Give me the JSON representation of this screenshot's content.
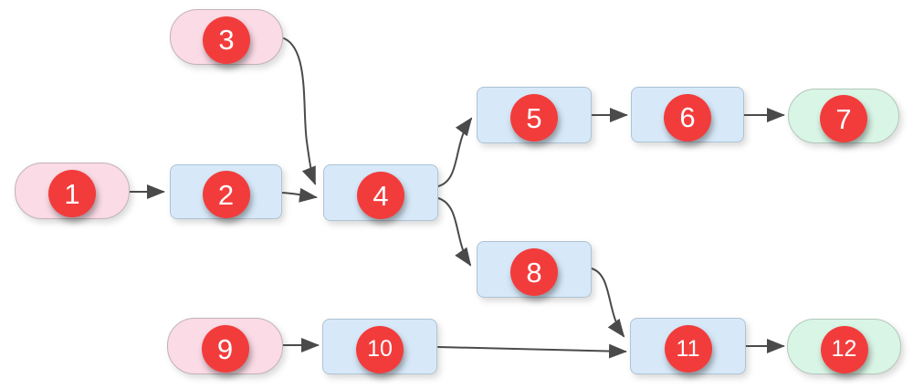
{
  "diagram": {
    "kind": "flowchart",
    "colors": {
      "background": "#ffffff",
      "input_fill": "#fbdbe6",
      "process_fill": "#d7e9f9",
      "output_fill": "#d9f5e5",
      "badge_fill": "#f23c3c",
      "badge_text": "#ffffff",
      "edge_stroke": "#4a4a4a"
    },
    "nodes": [
      {
        "id": "1",
        "label": "1",
        "shape": "rounded-pink"
      },
      {
        "id": "2",
        "label": "2",
        "shape": "rect-blue"
      },
      {
        "id": "3",
        "label": "3",
        "shape": "rounded-pink"
      },
      {
        "id": "4",
        "label": "4",
        "shape": "rect-blue"
      },
      {
        "id": "5",
        "label": "5",
        "shape": "rect-blue"
      },
      {
        "id": "6",
        "label": "6",
        "shape": "rect-blue"
      },
      {
        "id": "7",
        "label": "7",
        "shape": "rounded-green"
      },
      {
        "id": "8",
        "label": "8",
        "shape": "rect-blue"
      },
      {
        "id": "9",
        "label": "9",
        "shape": "rounded-pink"
      },
      {
        "id": "10",
        "label": "10",
        "shape": "rect-blue"
      },
      {
        "id": "11",
        "label": "11",
        "shape": "rect-blue"
      },
      {
        "id": "12",
        "label": "12",
        "shape": "rounded-green"
      }
    ],
    "edges": [
      {
        "from": "1",
        "to": "2"
      },
      {
        "from": "2",
        "to": "4"
      },
      {
        "from": "3",
        "to": "4"
      },
      {
        "from": "4",
        "to": "5"
      },
      {
        "from": "4",
        "to": "8"
      },
      {
        "from": "5",
        "to": "6"
      },
      {
        "from": "6",
        "to": "7"
      },
      {
        "from": "8",
        "to": "11"
      },
      {
        "from": "9",
        "to": "10"
      },
      {
        "from": "10",
        "to": "11"
      },
      {
        "from": "11",
        "to": "12"
      }
    ]
  }
}
